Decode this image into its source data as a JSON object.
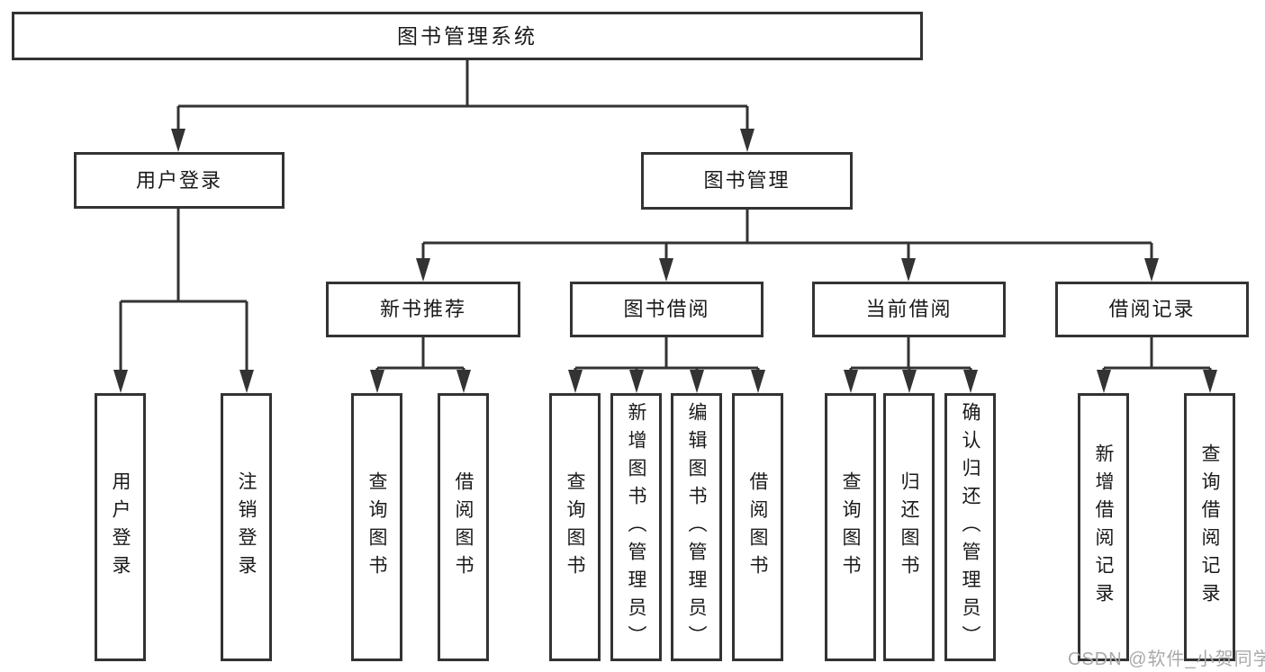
{
  "colors": {
    "line": "#333333",
    "box_fill": "#ffffff",
    "text": "#1a1a1a",
    "watermark": "#a9a9a9",
    "background": "#ffffff"
  },
  "watermark": {
    "text": "CSDN @软件_小贺同学"
  },
  "tree": {
    "label": "图书管理系统",
    "children": [
      {
        "label": "用户登录",
        "children": [
          {
            "label": "用户登录"
          },
          {
            "label": "注销登录"
          }
        ]
      },
      {
        "label": "图书管理",
        "children": [
          {
            "label": "新书推荐",
            "children": [
              {
                "label": "查询图书"
              },
              {
                "label": "借阅图书"
              }
            ]
          },
          {
            "label": "图书借阅",
            "children": [
              {
                "label": "查询图书"
              },
              {
                "label": "新增图书（管理员）"
              },
              {
                "label": "编辑图书（管理员）"
              },
              {
                "label": "借阅图书"
              }
            ]
          },
          {
            "label": "当前借阅",
            "children": [
              {
                "label": "查询图书"
              },
              {
                "label": "归还图书"
              },
              {
                "label": "确认归还（管理员）"
              }
            ]
          },
          {
            "label": "借阅记录",
            "children": [
              {
                "label": "新增借阅记录"
              },
              {
                "label": "查询借阅记录"
              }
            ]
          }
        ]
      }
    ]
  }
}
